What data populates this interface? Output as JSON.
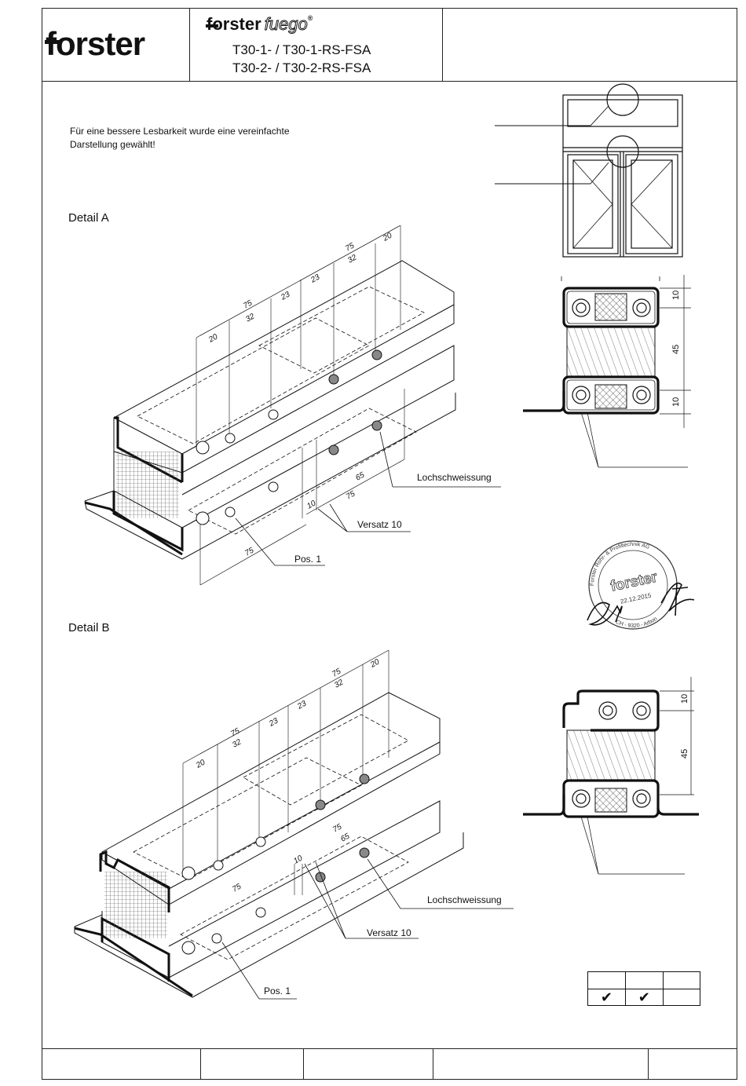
{
  "header": {
    "logo": "forster",
    "brand": "forster",
    "brand_sub": "fuego",
    "brand_reg": "®",
    "model_line1": "T30-1- / T30-1-RS-FSA",
    "model_line2": "T30-2- / T30-2-RS-FSA"
  },
  "note": {
    "line1": "Für eine bessere Lesbarkeit wurde eine vereinfachte",
    "line2": "Darstellung gewählt!"
  },
  "detail_a": {
    "title": "Detail A",
    "label_weld": "Lochschweissung",
    "label_offset": "Versatz 10",
    "label_pos": "Pos. 1",
    "dims": [
      "20",
      "75",
      "32",
      "23",
      "23",
      "75",
      "32",
      "20",
      "65",
      "75",
      "10",
      "75"
    ],
    "section_dims": [
      "10",
      "45",
      "10"
    ]
  },
  "detail_b": {
    "title": "Detail B",
    "label_weld": "Lochschweissung",
    "label_offset": "Versatz 10",
    "label_pos": "Pos. 1",
    "dims": [
      "20",
      "75",
      "32",
      "23",
      "23",
      "75",
      "32",
      "20",
      "75",
      "65",
      "10",
      "75"
    ],
    "section_dims": [
      "10",
      "45"
    ]
  },
  "stamp": {
    "company": "Forster Rohr- & Profiltechnik AG",
    "logo": "forster",
    "date": "22.12.2015",
    "address": "CH - 9320 - Arbon"
  },
  "checkbox_table": {
    "row1": [
      "",
      "",
      ""
    ],
    "row2": [
      "✔",
      "✔",
      ""
    ]
  },
  "colors": {
    "line": "#111111",
    "hatch": "#555555",
    "weld": "#888888"
  }
}
